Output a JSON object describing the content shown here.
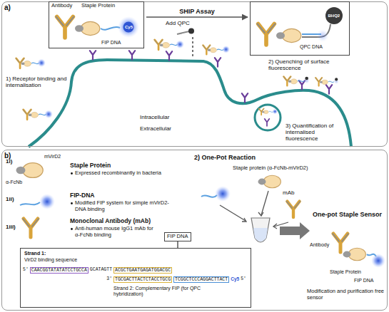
{
  "diagram": {
    "nodes": [
      {
        "text": [
          "a)"
        ]
      },
      {
        "text": [
          "Antibody",
          "Staple Protein",
          "Cy5",
          "FIP DNA"
        ],
        "in": 0
      },
      {
        "text": [
          "BHQ2",
          "QPC DNA"
        ],
        "in": 0
      },
      {
        "text": [
          "b)"
        ]
      },
      {
        "text": [
          "FIP DNA"
        ],
        "in": 3
      },
      {
        "text": [
          "Strand 1:",
          "VirD2 binding sequence",
          "5'",
          "CAACGGTATATATCCTGCCA",
          "GCATAGTT",
          "ACGCTGAATGAGATGGACGC",
          "3'",
          "TGCGACTTACTCTACCTGCG",
          "TCGGCTCCCAGGACTTACT",
          "Cy5",
          "5'",
          "Strand 2: Complementary FIP (for QPC hybridization)"
        ],
        "in": 3
      }
    ],
    "edges": [
      {
        "from": 1,
        "to": 2,
        "label": "SHIP Assay",
        "arrow": "to"
      },
      {
        "from": 4,
        "to": 5,
        "arrow": "none"
      }
    ],
    "labels": [
      "Add QPC",
      "1) Receptor binding and internalisation",
      "2) Quenching of surface fluorescence",
      "3) Quantification of internalised fluorescence",
      "Intracellular",
      "Extracellular",
      "1i)",
      "mVirD2",
      "α-FcNb",
      "Staple Protein",
      "Expressed recombinantly in bacteria",
      "1ii)",
      "FIP-DNA",
      "Modified FIP system for simple mVirD2-DNA binding",
      "1iii)",
      "Monoclonal Antibody (mAb)",
      "Anti-human mouse IgG1 mAb for α-FcNb binding",
      "2) One-Pot Reaction",
      "Staple protein (α-FcNb-mVirD2)",
      "mAb",
      "One-pot Staple Sensor",
      "Antibody",
      "Staple Protein",
      "FIP DNA",
      "Modification and purification free sensor"
    ]
  }
}
